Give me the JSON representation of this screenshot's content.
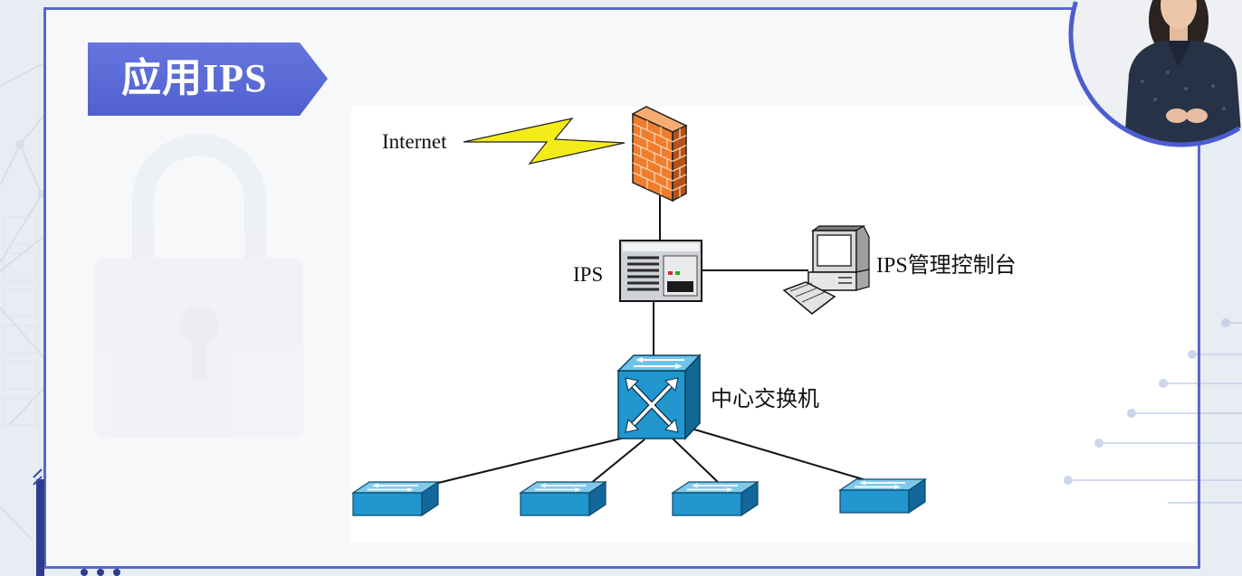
{
  "slide": {
    "title": "应用IPS"
  },
  "diagram": {
    "labels": {
      "internet": "Internet",
      "ips": "IPS",
      "console": "IPS管理控制台",
      "core_switch": "中心交换机"
    },
    "icons": {
      "internet_link": "lightning-icon",
      "firewall": "firewall-icon",
      "ips": "ips-appliance-icon",
      "console": "desktop-computer-icon",
      "core_switch": "core-switch-icon",
      "access_switch": "workgroup-switch-icon",
      "presenter": "presenter-video-icon"
    }
  },
  "colors": {
    "accent": "#5a67cf",
    "banner": "#5b6ad6",
    "firewall": "#ef7d2c",
    "switch": "#2196cf",
    "lightning": "#f4ec1a"
  }
}
